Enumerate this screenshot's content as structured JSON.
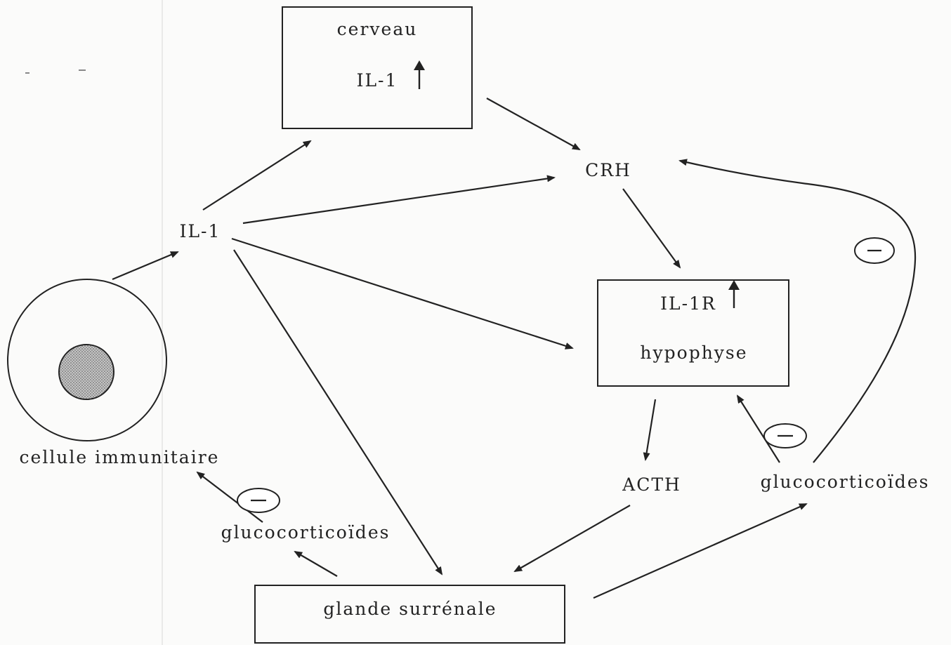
{
  "nodes": {
    "cerveau": {
      "title": "cerveau",
      "sub": "IL-1",
      "indicator": "arrow-up"
    },
    "il1": {
      "label": "IL-1"
    },
    "crh": {
      "label": "CRH"
    },
    "hypophyse": {
      "title": "IL-1R",
      "indicator": "arrow-up",
      "sub": "hypophyse"
    },
    "cellule": {
      "label": "cellule immunitaire"
    },
    "acth": {
      "label": "ACTH"
    },
    "gluco_right": {
      "label": "glucocorticoïdes"
    },
    "gluco_left": {
      "label": "glucocorticoïdes"
    },
    "glande": {
      "label": "glande surrénale"
    }
  },
  "edges": [
    {
      "from": "cellule",
      "to": "il1"
    },
    {
      "from": "il1",
      "to": "cerveau"
    },
    {
      "from": "il1",
      "to": "crh"
    },
    {
      "from": "il1",
      "to": "hypophyse"
    },
    {
      "from": "il1",
      "to": "glande"
    },
    {
      "from": "cerveau",
      "to": "crh"
    },
    {
      "from": "crh",
      "to": "hypophyse"
    },
    {
      "from": "hypophyse",
      "to": "acth"
    },
    {
      "from": "acth",
      "to": "glande"
    },
    {
      "from": "glande",
      "to": "gluco_right"
    },
    {
      "from": "glande",
      "to": "gluco_left"
    },
    {
      "from": "gluco_left",
      "to": "cellule",
      "inhibitory": true
    },
    {
      "from": "gluco_right",
      "to": "hypophyse",
      "inhibitory": true
    },
    {
      "from": "gluco_right",
      "to": "crh",
      "inhibitory": true
    }
  ],
  "inhibition_symbol": "−",
  "colors": {
    "ink": "#222222",
    "background": "#fbfbfa",
    "nucleus": "#a8a8a8"
  }
}
